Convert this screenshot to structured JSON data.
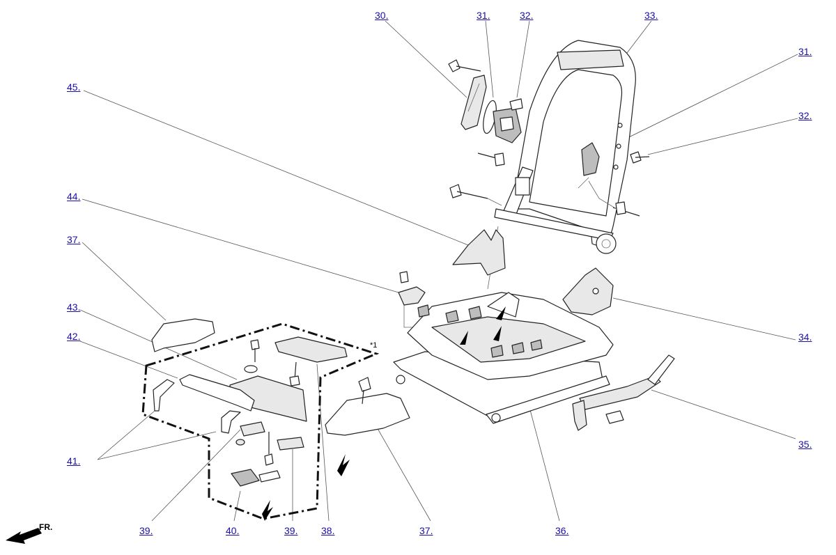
{
  "diagram": {
    "callouts": {
      "c30": "30.",
      "c31a": "31.",
      "c32a": "32.",
      "c33": "33.",
      "c31b": "31.",
      "c45": "45.",
      "c32b": "32.",
      "c44": "44.",
      "c37a": "37.",
      "c43": "43.",
      "c34": "34.",
      "c42": "42.",
      "c35": "35.",
      "c41": "41.",
      "c39a": "39.",
      "c40": "40.",
      "c39b": "39.",
      "c38": "38.",
      "c37b": "37.",
      "c36": "36."
    },
    "note_marker": "*1",
    "front_label": "FR."
  }
}
